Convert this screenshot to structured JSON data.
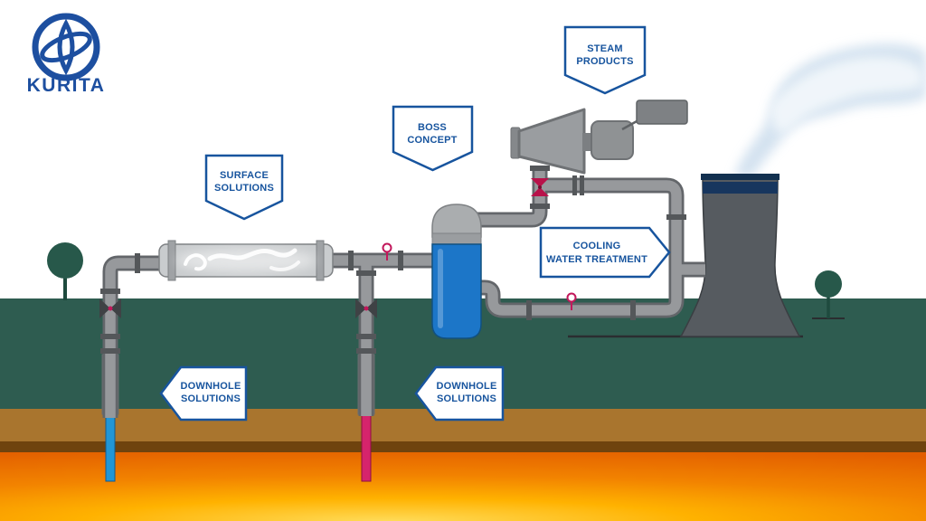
{
  "brand": {
    "name": "KURITA"
  },
  "banners": {
    "surface": {
      "line1": "SURFACE",
      "line2": "SOLUTIONS"
    },
    "boss": {
      "line1": "BOSS",
      "line2": "CONCEPT"
    },
    "steam": {
      "line1": "STEAM",
      "line2": "PRODUCTS"
    },
    "cooling": {
      "line1": "COOLING",
      "line2": "WATER TREATMENT"
    },
    "downhole_left": {
      "line1": "DOWNHOLE",
      "line2": "SOLUTIONS"
    },
    "downhole_right": {
      "line1": "DOWNHOLE",
      "line2": "SOLUTIONS"
    }
  },
  "colors": {
    "brand_blue": "#1d4fa0",
    "label_blue": "#17549e",
    "ground_teal": "#2e5c50",
    "soil_brown": "#a9752e",
    "soil_dark": "#6f430e",
    "magma_orange": "#f28300",
    "magma_glow": "#ffdb58",
    "pipe_gray": "#97999c",
    "vessel_blue": "#1c76c8",
    "injection_red": "#d6246c",
    "production_blue": "#2196d6",
    "tower_gray": "#565b60",
    "tower_band_navy": "#17365e",
    "valve_magenta": "#c2185b",
    "tree_green": "#27584a",
    "steam_plume": "#cfdfee"
  }
}
